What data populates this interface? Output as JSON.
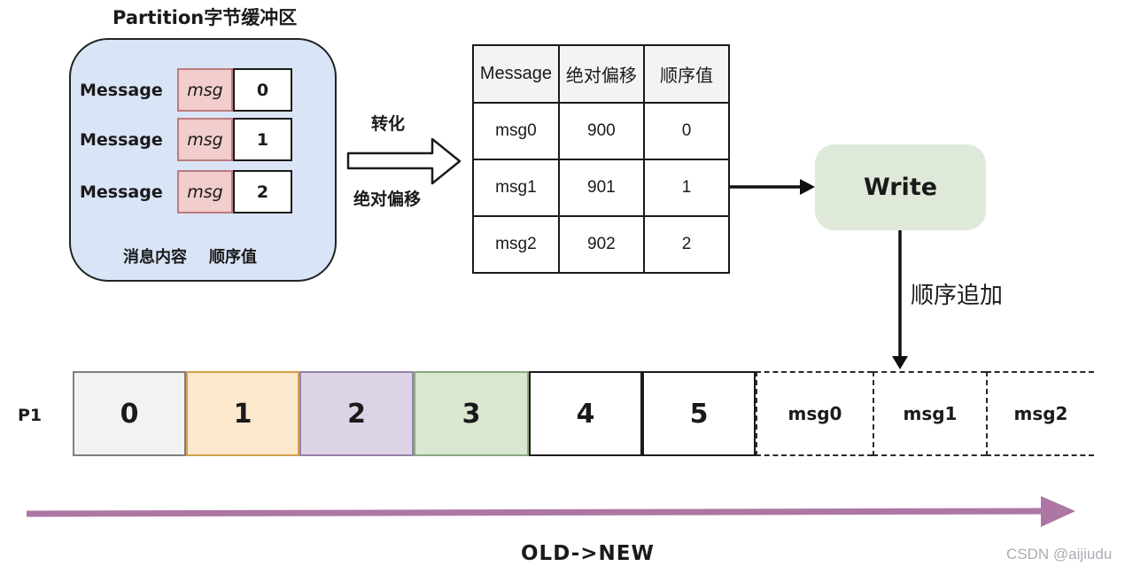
{
  "buffer": {
    "title": "Partition字节缓冲区",
    "rows": [
      {
        "label": "Message",
        "msg": "msg",
        "seq": "0"
      },
      {
        "label": "Message",
        "msg": "msg",
        "seq": "1"
      },
      {
        "label": "Message",
        "msg": "msg",
        "seq": "2"
      }
    ],
    "annotations": {
      "content": "消息内容",
      "order": "顺序值"
    }
  },
  "transform_arrow": {
    "top_label": "转化",
    "bottom_label": "绝对偏移"
  },
  "table": {
    "headers": [
      "Message",
      "绝对偏移",
      "顺序值"
    ],
    "rows": [
      [
        "msg0",
        "900",
        "0"
      ],
      [
        "msg1",
        "901",
        "1"
      ],
      [
        "msg2",
        "902",
        "2"
      ]
    ]
  },
  "write": {
    "label": "Write",
    "append_label": "顺序追加"
  },
  "partition": {
    "label": "P1",
    "cells": [
      {
        "value": "0",
        "bg": "#f2f2f2",
        "border": "#7f7f7f"
      },
      {
        "value": "1",
        "bg": "#fce8cd",
        "border": "#d4a04b"
      },
      {
        "value": "2",
        "bg": "#ddd3e6",
        "border": "#9783ab"
      },
      {
        "value": "3",
        "bg": "#d9e6d0",
        "border": "#8ca781"
      },
      {
        "value": "4",
        "bg": "#ffffff",
        "border": "#1a1a1a"
      },
      {
        "value": "5",
        "bg": "#ffffff",
        "border": "#1a1a1a"
      }
    ],
    "pending": [
      {
        "value": "msg0"
      },
      {
        "value": "msg1"
      },
      {
        "value": "msg2"
      }
    ]
  },
  "timeline": {
    "label": "OLD->NEW",
    "arrow_color": "#ad76a4"
  },
  "watermark": {
    "text": "CSDN @aijiudu"
  },
  "colors": {
    "buffer_fill": "#d9e4f7",
    "msg_fill": "#f1cdcd",
    "msg_border": "#bb7b7b",
    "write_fill": "#dfe9d9",
    "table_header_fill": "#f3f3f3",
    "timeline_arrow": "#ad76a4"
  }
}
